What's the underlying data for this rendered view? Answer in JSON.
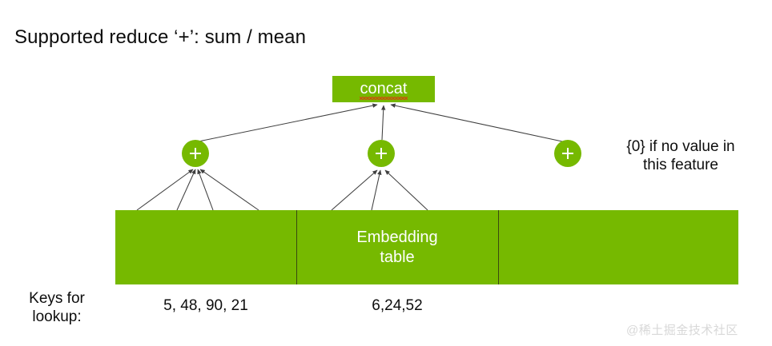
{
  "slide": {
    "title": "Supported reduce ‘+’: sum / mean",
    "background": "#ffffff",
    "accent_green": "#76b900",
    "text_color": "#0d0d0d"
  },
  "graph": {
    "concat_node": {
      "label": "concat",
      "spellcheck_underline": true,
      "underline_color": "#d4430f"
    },
    "reduce_nodes": [
      {
        "symbol": "+",
        "name": "reduce-plus-1",
        "input_count": 4
      },
      {
        "symbol": "+",
        "name": "reduce-plus-2",
        "input_count": 3
      },
      {
        "symbol": "+",
        "name": "reduce-plus-3",
        "input_count": 0
      }
    ],
    "side_note": {
      "line1": "{0} if no value in",
      "line2": "this feature"
    }
  },
  "embedding_table": {
    "caption_line1": "Embedding",
    "caption_line2": "table",
    "segments": 3
  },
  "keys": {
    "label_line1": "Keys for",
    "label_line2": "lookup:",
    "groups": [
      {
        "values": "5, 48, 90, 21"
      },
      {
        "values": "6,24,52"
      },
      {
        "values": ""
      }
    ]
  },
  "watermark": {
    "text": "@稀土掘金技术社区"
  }
}
